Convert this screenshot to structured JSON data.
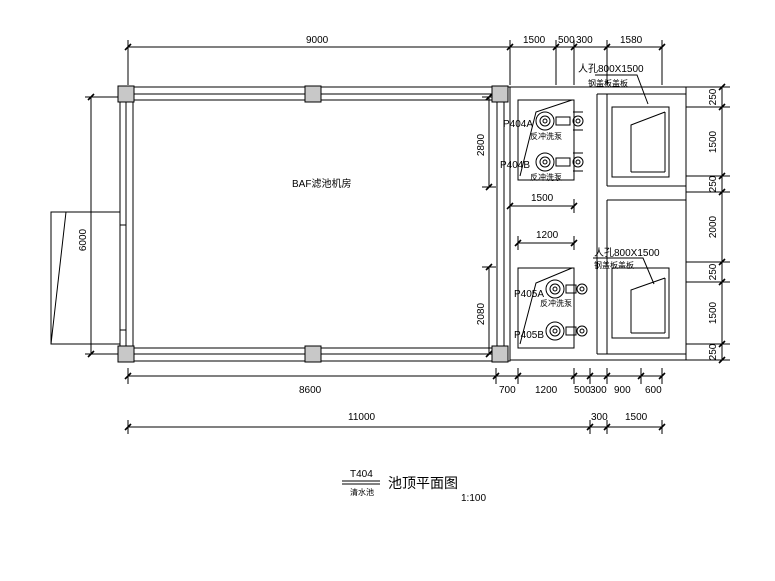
{
  "labels": {
    "baf": "BAF滤池机房",
    "p404a": "P404A",
    "p404b": "P404B",
    "p405a": "P405A",
    "p405b": "P405B",
    "pump_note": "反冲洗泵",
    "hatch_top": "人孔800X1500",
    "hatch_top_note": "钢盖板盖板",
    "hatch_bottom": "人孔800X1500",
    "hatch_bottom_note": "钢盖板盖板"
  },
  "dims_top": {
    "d9000": "9000",
    "d1500": "1500",
    "d500": "500",
    "d300": "300",
    "d1580": "1580"
  },
  "dims_bottom_1": {
    "d8600": "8600",
    "d700": "700",
    "d1200": "1200",
    "d500": "500",
    "d300": "300",
    "d900": "900",
    "d600": "600"
  },
  "dims_bottom_2": {
    "d11000": "11000",
    "d300": "300",
    "d1500": "1500"
  },
  "dims_left": {
    "d6000": "6000"
  },
  "dims_inner": {
    "v2800": "2800",
    "v2080": "2080",
    "h1500": "1500",
    "h1200": "1200"
  },
  "dims_right": {
    "d250a": "250",
    "d1500a": "1500",
    "d250b": "250",
    "d2000": "2000",
    "d250c": "250",
    "d1500b": "1500",
    "d250d": "250"
  },
  "title": {
    "code": "T404",
    "sub": "清水池",
    "main": "池顶平面图",
    "scale": "1:100"
  }
}
